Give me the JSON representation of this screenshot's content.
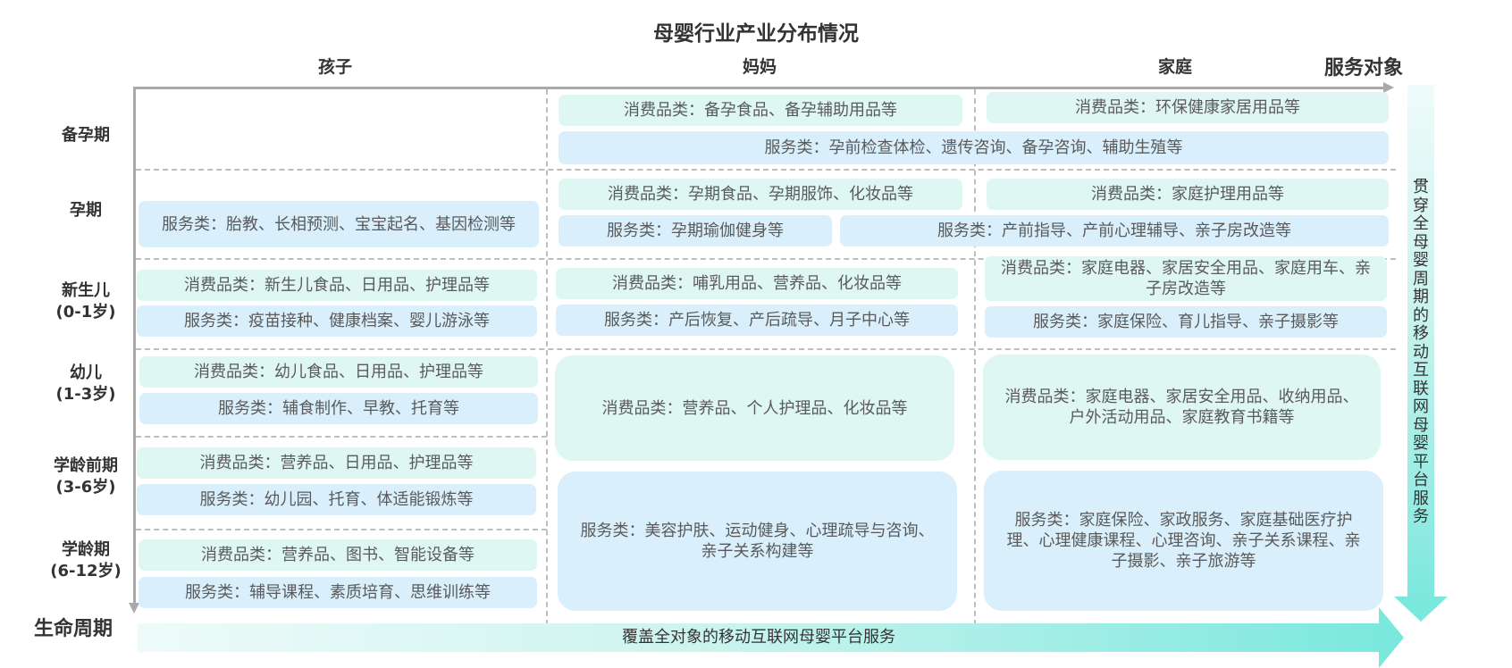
{
  "title": "母婴行业产业分布情况",
  "columns": {
    "child": "孩子",
    "mother": "妈妈",
    "family": "家庭"
  },
  "axes": {
    "x_label": "服务对象",
    "y_label": "生命周期"
  },
  "rows": [
    {
      "name": "备孕期",
      "sub": ""
    },
    {
      "name": "孕期",
      "sub": ""
    },
    {
      "name": "新生儿",
      "sub": "(0-1岁)"
    },
    {
      "name": "幼儿",
      "sub": "(1-3岁)"
    },
    {
      "name": "学龄前期",
      "sub": "(3-6岁)"
    },
    {
      "name": "学龄期",
      "sub": "(6-12岁)"
    }
  ],
  "cells": {
    "prep_mother_consumer": "消费品类：备孕食品、备孕辅助用品等",
    "prep_family_consumer": "消费品类：环保健康家居用品等",
    "prep_service_span": "服务类：孕前检查体检、遗传咨询、备孕咨询、辅助生殖等",
    "preg_child_service": "服务类：胎教、长相预测、宝宝起名、基因检测等",
    "preg_mother_consumer": "消费品类：孕期食品、孕期服饰、化妆品等",
    "preg_family_consumer": "消费品类：家庭护理用品等",
    "preg_mother_service": "服务类：孕期瑜伽健身等",
    "preg_service_span": "服务类：产前指导、产前心理辅导、亲子房改造等",
    "newborn_child_consumer": "消费品类：新生儿食品、日用品、护理品等",
    "newborn_child_service": "服务类：疫苗接种、健康档案、婴儿游泳等",
    "newborn_mother_consumer": "消费品类：哺乳用品、营养品、化妆品等",
    "newborn_mother_service": "服务类：产后恢复、产后疏导、月子中心等",
    "newborn_family_consumer": "消费品类：家庭电器、家居安全用品、家庭用车、亲子房改造等",
    "newborn_family_service": "服务类：家庭保险、育儿指导、亲子摄影等",
    "toddler_child_consumer": "消费品类：幼儿食品、日用品、护理品等",
    "toddler_child_service": "服务类：辅食制作、早教、托育等",
    "preschool_child_consumer": "消费品类：营养品、日用品、护理品等",
    "preschool_child_service": "服务类：幼儿园、托育、体适能锻炼等",
    "school_child_consumer": "消费品类：营养品、图书、智能设备等",
    "school_child_service": "服务类：辅导课程、素质培育、思维训练等",
    "later_mother_consumer": "消费品类：营养品、个人护理品、化妆品等",
    "later_mother_service": "服务类：美容护肤、运动健身、心理疏导与咨询、亲子关系构建等",
    "later_family_consumer": "消费品类：家庭电器、家居安全用品、收纳用品、户外活动用品、家庭教育书籍等",
    "later_family_service": "服务类：家庭保险、家政服务、家庭基础医疗护理、心理健康课程、心理咨询、亲子关系课程、亲子摄影、亲子旅游等"
  },
  "arrows": {
    "horizontal": "覆盖全对象的移动互联网母婴平台服务",
    "vertical": "贯穿全母婴周期的移动互联网母婴平台服务"
  },
  "colors": {
    "consumer_box": "#dff7f3",
    "service_box": "#d9effc",
    "arrow_teal": "#7be8de",
    "axis_gray": "#a9a9a9",
    "divider_gray": "#bdbdbd"
  }
}
